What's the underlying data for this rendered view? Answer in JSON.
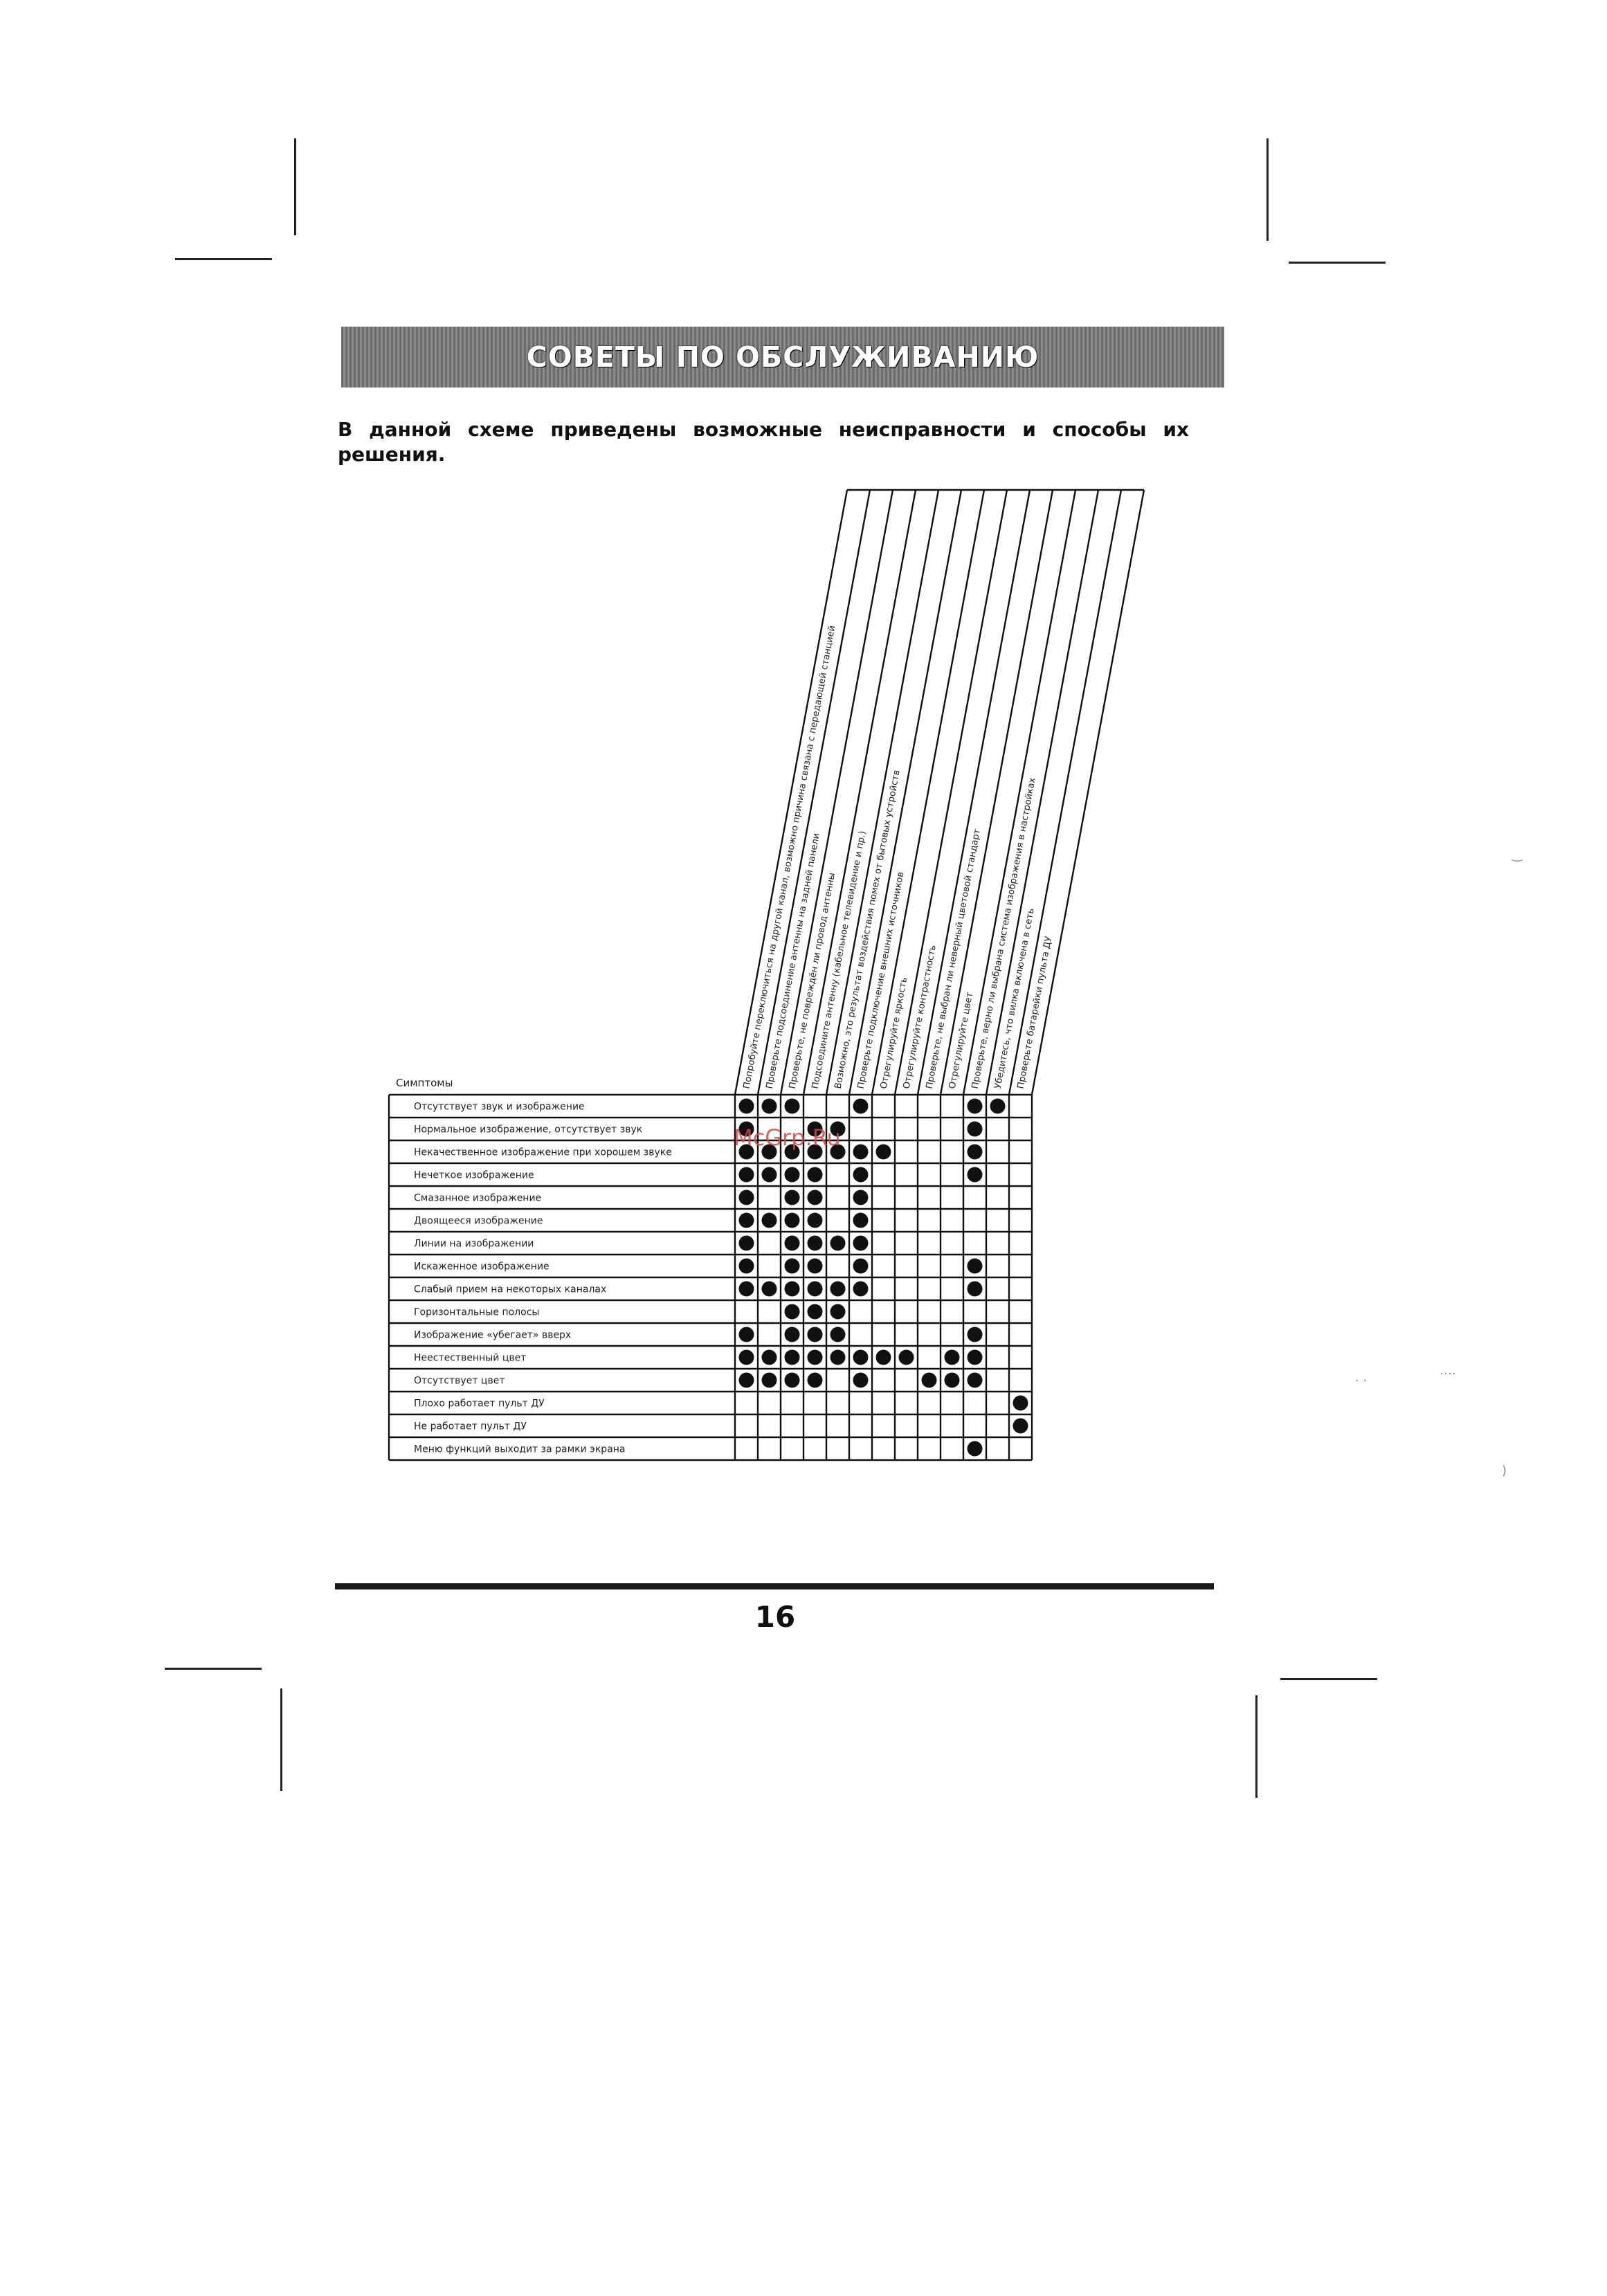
{
  "header": {
    "title": "СОВЕТЫ ПО ОБСЛУЖИВАНИЮ"
  },
  "intro": {
    "text": "В данной схеме приведены возможные неисправности и способы их решения."
  },
  "watermark": {
    "text": "McGrp.Ru"
  },
  "footer": {
    "page_number": "16"
  },
  "table": {
    "symptoms_header": "Симптомы",
    "solutions": [
      "Попробуйте переключиться на другой канал, возможно причина связана с передающей станцией",
      "Проверьте подсоединение антенны на задней панели",
      "Проверьте, не повреждён ли провод антенны",
      "Подсоедините антенну (кабельное телевидение и пр.)",
      "Возможно, это результат воздействия помех от бытовых устройств",
      "Проверьте подключение внешних источников",
      "Отрегулируйте яркость",
      "Отрегулируйте контрастность",
      "Проверьте, не выбран ли неверный цветовой стандарт",
      "Отрегулируйте цвет",
      "Проверьте, верно ли выбрана система изображения в настройках",
      "Убедитесь, что вилка включена в сеть",
      "Проверьте батарейки пульта ДУ"
    ],
    "rows": [
      {
        "label": "Отсутствует звук и изображение",
        "marks": [
          0,
          1,
          2,
          5,
          10,
          11
        ]
      },
      {
        "label": "Нормальное изображение, отсутствует звук",
        "marks": [
          0,
          3,
          4,
          10
        ]
      },
      {
        "label": "Некачественное изображение при хорошем звуке",
        "marks": [
          0,
          1,
          2,
          3,
          4,
          5,
          6,
          10
        ]
      },
      {
        "label": "Нечеткое изображение",
        "marks": [
          0,
          1,
          2,
          3,
          5,
          10
        ]
      },
      {
        "label": "Смазанное изображение",
        "marks": [
          0,
          2,
          3,
          5
        ]
      },
      {
        "label": "Двоящееся изображение",
        "marks": [
          0,
          1,
          2,
          3,
          5
        ]
      },
      {
        "label": "Линии на изображении",
        "marks": [
          0,
          2,
          3,
          4,
          5
        ]
      },
      {
        "label": "Искаженное изображение",
        "marks": [
          0,
          2,
          3,
          5,
          10
        ]
      },
      {
        "label": "Слабый прием на некоторых каналах",
        "marks": [
          0,
          1,
          2,
          3,
          4,
          5,
          10
        ]
      },
      {
        "label": "Горизонтальные полосы",
        "marks": [
          2,
          3,
          4
        ]
      },
      {
        "label": "Изображение «убегает» вверх",
        "marks": [
          0,
          2,
          3,
          4,
          10
        ]
      },
      {
        "label": "Неестественный цвет",
        "marks": [
          0,
          1,
          2,
          3,
          4,
          5,
          6,
          7,
          9,
          10
        ]
      },
      {
        "label": "Отсутствует цвет",
        "marks": [
          0,
          1,
          2,
          3,
          5,
          8,
          9,
          10
        ]
      },
      {
        "label": "Плохо работает пульт ДУ",
        "marks": [
          12
        ]
      },
      {
        "label": "Не работает пульт ДУ",
        "marks": [
          12
        ]
      },
      {
        "label": "Меню функций выходит за рамки экрана",
        "marks": [
          10
        ]
      }
    ]
  }
}
